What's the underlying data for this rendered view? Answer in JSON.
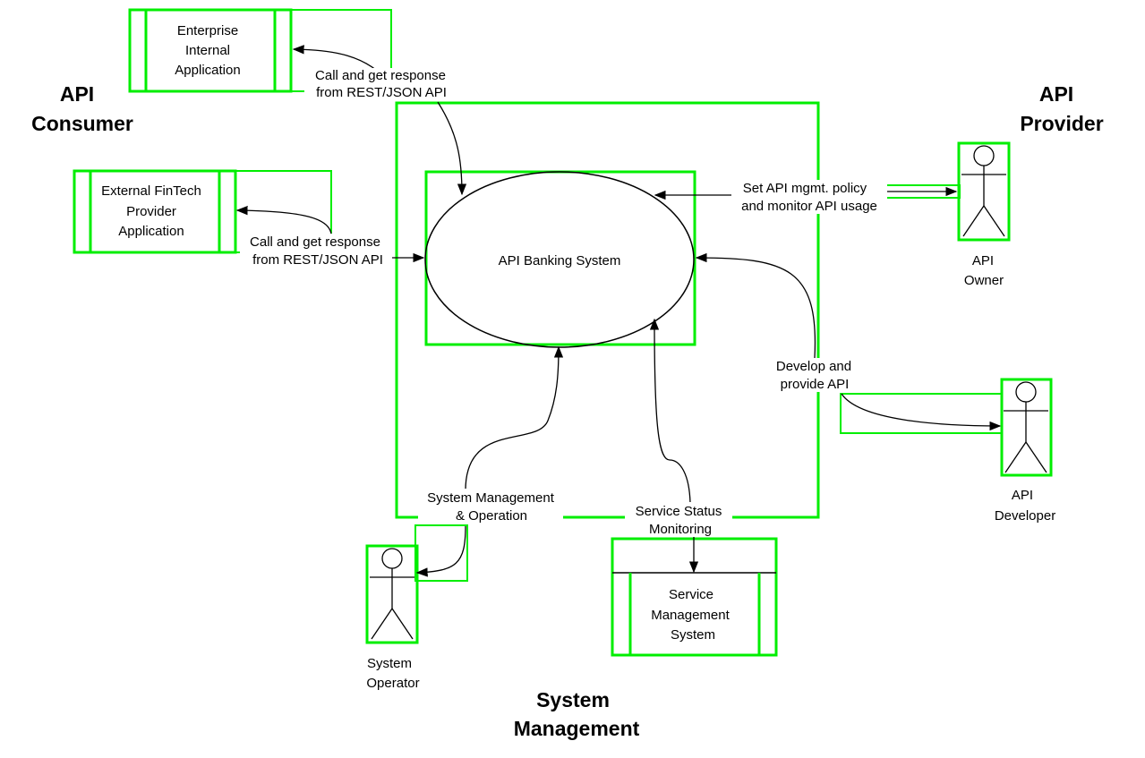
{
  "headings": {
    "api_consumer": [
      "API",
      "Consumer"
    ],
    "api_provider": [
      "API",
      "Provider"
    ],
    "system_management": [
      "System",
      "Management"
    ]
  },
  "systems": {
    "enterprise_app": [
      "Enterprise",
      "Internal",
      "Application"
    ],
    "fintech_app": [
      "External FinTech",
      "Provider",
      "Application"
    ],
    "banking_system": "API Banking System",
    "service_mgmt": [
      "Service",
      "Management",
      "System"
    ]
  },
  "actors": {
    "owner": [
      "API",
      "Owner"
    ],
    "developer": [
      "API",
      "Developer"
    ],
    "operator": [
      "System",
      "Operator"
    ]
  },
  "flows": {
    "enterprise_call": [
      "Call and get response",
      "from REST/JSON API"
    ],
    "fintech_call": [
      "Call and get response",
      "from REST/JSON API"
    ],
    "owner_policy": [
      "Set API mgmt. policy",
      "and monitor API usage"
    ],
    "developer_provide": [
      "Develop and",
      "provide API"
    ],
    "operator_ops": [
      "System Management",
      "& Operation"
    ],
    "status_monitor": [
      "Service Status",
      "Monitoring"
    ]
  }
}
